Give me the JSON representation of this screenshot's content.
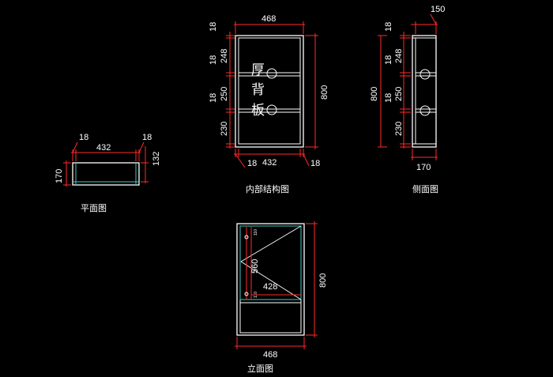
{
  "colors": {
    "background": "#000000",
    "outline": "#ffffff",
    "dimension": "#ff2a2a",
    "panel_edge": "#3fc7c7",
    "text": "#ffffff"
  },
  "titles": {
    "plan": "平面图",
    "internal": "内部结构图",
    "side": "侧面图",
    "elevation": "立面图"
  },
  "plan": {
    "d_left_18": "18",
    "d_width_432": "432",
    "d_right_18": "18",
    "d_depth_132": "132",
    "d_depth_170": "170"
  },
  "internal": {
    "d_width_468": "468",
    "d_18_top": "18",
    "d_248": "248",
    "d_18_b": "18",
    "d_250": "250",
    "d_18_c": "18",
    "d_230": "230",
    "d_height_800": "800",
    "d_bottom_18_left": "18",
    "d_bottom_432": "432",
    "d_bottom_18_right": "18",
    "back_panel_text_1": "厚",
    "back_panel_text_2": "背",
    "back_panel_text_3": "板"
  },
  "side": {
    "d_150": "150",
    "d_18_top": "18",
    "d_248": "248",
    "d_800": "800",
    "d_18_b": "18",
    "d_250": "250",
    "d_18_c": "18",
    "d_230": "230",
    "d_170": "170"
  },
  "elevation": {
    "d_560": "560",
    "d_428": "428",
    "d_800": "800",
    "d_468": "468",
    "d_small_a": "110",
    "d_small_b": "110"
  }
}
